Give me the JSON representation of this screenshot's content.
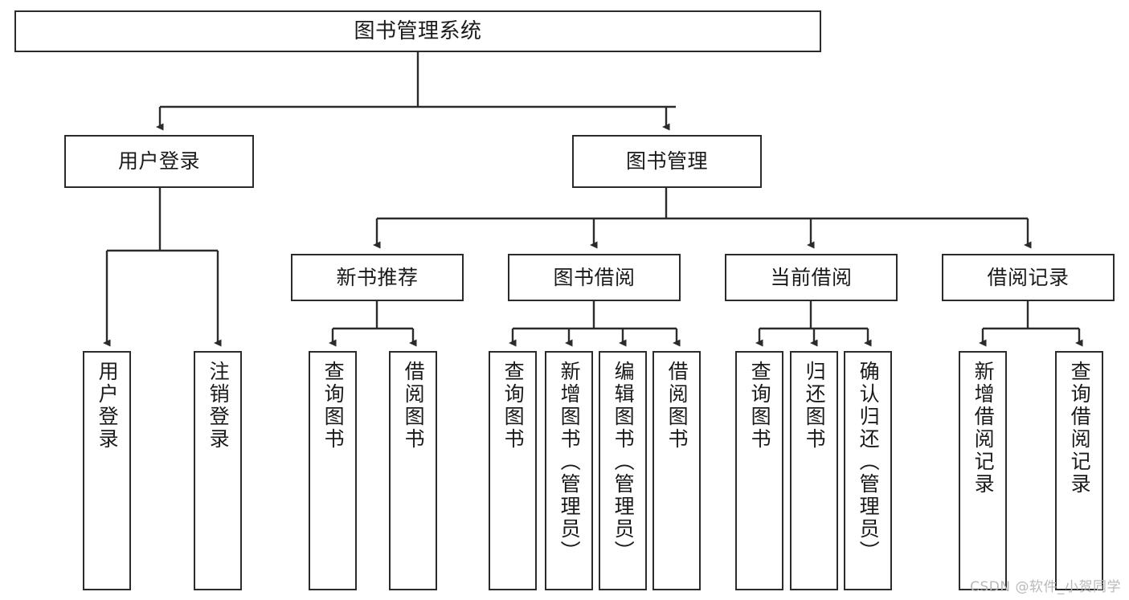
{
  "diagram": {
    "title": "图书管理系统",
    "type": "tree",
    "accent_color": "#2b2b2b",
    "background_color": "#ffffff",
    "nodes": {
      "root": {
        "label": "图书管理系统"
      },
      "level2": [
        {
          "id": "user-login",
          "label": "用户登录"
        },
        {
          "id": "book-management",
          "label": "图书管理"
        }
      ],
      "level3": [
        {
          "id": "new-book-recommend",
          "label": "新书推荐"
        },
        {
          "id": "book-borrow",
          "label": "图书借阅"
        },
        {
          "id": "current-borrow",
          "label": "当前借阅"
        },
        {
          "id": "borrow-record",
          "label": "借阅记录"
        }
      ],
      "leaves": {
        "user-login": [
          {
            "id": "leaf-user-login",
            "label": "用户登录"
          },
          {
            "id": "leaf-logout-login",
            "label": "注销登录"
          }
        ],
        "new-book-recommend": [
          {
            "id": "leaf-query-book-1",
            "label": "查询图书"
          },
          {
            "id": "leaf-borrow-book-1",
            "label": "借阅图书"
          }
        ],
        "book-borrow": [
          {
            "id": "leaf-query-book-2",
            "label": "查询图书"
          },
          {
            "id": "leaf-add-book",
            "label": "新增图书（管理员）"
          },
          {
            "id": "leaf-edit-book",
            "label": "编辑图书（管理员）"
          },
          {
            "id": "leaf-borrow-book-2",
            "label": "借阅图书"
          }
        ],
        "current-borrow": [
          {
            "id": "leaf-query-book-3",
            "label": "查询图书"
          },
          {
            "id": "leaf-return-book",
            "label": "归还图书"
          },
          {
            "id": "leaf-confirm-return",
            "label": "确认归还（管理员）"
          }
        ],
        "borrow-record": [
          {
            "id": "leaf-add-record",
            "label": "新增借阅记录"
          },
          {
            "id": "leaf-query-record",
            "label": "查询借阅记录"
          }
        ]
      }
    }
  },
  "watermark": {
    "text": "CSDN @软件_小贺同学"
  }
}
